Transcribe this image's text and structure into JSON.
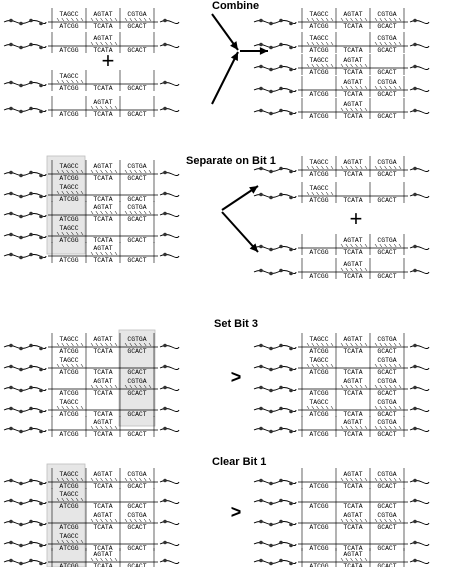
{
  "colors": {
    "ink": "#000000",
    "shade": "#e6e6e6",
    "shade_edge": "#bdbdbd",
    "bead": "#333333"
  },
  "sections": [
    {
      "id": "combine",
      "title": "Combine"
    },
    {
      "id": "separate",
      "title": "Separate on Bit 1"
    },
    {
      "id": "set",
      "title": "Set Bit 3"
    },
    {
      "id": "clear",
      "title": "Clear Bit 1"
    }
  ],
  "segments": {
    "top": [
      "TAGCC",
      "AGTAT",
      "CGTGA"
    ],
    "bottom": [
      "ATCGG",
      "TCATA",
      "GCACT"
    ]
  },
  "operators": {
    "plus": "+",
    "arrow": "➜",
    "arrowhead": ">"
  }
}
